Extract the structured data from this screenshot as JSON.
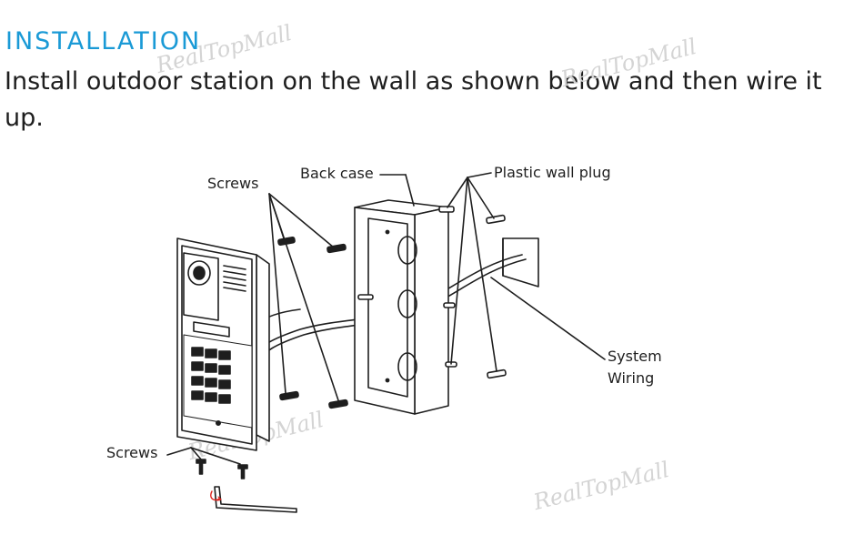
{
  "heading": "INSTALLATION",
  "instruction": "Install outdoor station on the wall as shown below and then wire it up.",
  "labels": {
    "screws_top": "Screws",
    "back_case": "Back case",
    "plastic_wall_plug": "Plastic wall plug",
    "system_wiring": "System\nWiring",
    "screws_bottom": "Screws"
  },
  "watermark": "RealTopMall",
  "colors": {
    "heading": "#1a9ad6",
    "text": "#1e1e1e",
    "watermark": "#d4d4d4",
    "accent_red": "#e0201a"
  }
}
